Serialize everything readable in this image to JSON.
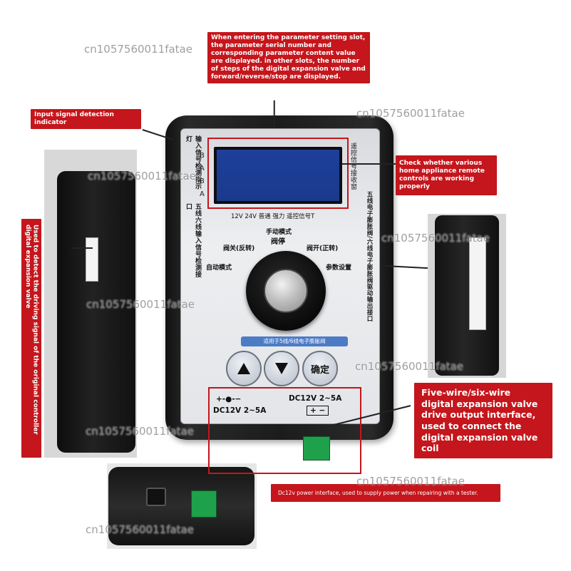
{
  "callouts": {
    "top": "When entering the parameter setting slot, the parameter serial number and corresponding parameter content value are displayed. in other slots, the number of steps of the digital expansion valve and forward/reverse/stop are displayed.",
    "input_indicator": "Input signal detection indicator",
    "remote_check": "Check whether various home appliance remote controls are working properly",
    "left_vertical": "Used to detect the driving signal of the original controller digital expansion valve",
    "output_interface": "Five-wire/six-wire digital expansion valve drive output interface, used to connect the digital expansion valve coil",
    "power_interface": "Dc12v power interface, used to supply power when repairing with a tester."
  },
  "device": {
    "label_input_indicator": "输入信号检测指示灯",
    "label_five_six_input": "五线六线输入信号检测接口",
    "label_remote_window": "遥控信号接收窗",
    "label_output": "五线电子膨胀阀/六线电子膨胀阀驱动输出接口",
    "indicator_letters": [
      "B",
      "A",
      "B",
      "A"
    ],
    "lcd_caption": "12V  24V  普通  强力  遥控信号T",
    "manual_mode": "手动模式",
    "valve_stop": "阀停",
    "valve_close": "阀关(反转)",
    "valve_open": "阀开(正转)",
    "auto_mode": "自动模式",
    "param_setting": "参数设置",
    "banner": "适用于5线/6线电子膨胀阀",
    "confirm_button": "确定",
    "power_left_top": "+-●-−",
    "power_left_bottom": "DC12V 2~5A",
    "power_right_top": "DC12V 2~5A",
    "power_right_bottom": "+ −"
  },
  "watermark": "cn1057560011fatae",
  "colors": {
    "callout_red": "#c4161c",
    "lcd_blue": "#1e3f9a",
    "device_black": "#1c1c1c",
    "terminal_green": "#1ea14a"
  }
}
